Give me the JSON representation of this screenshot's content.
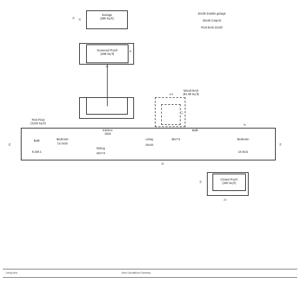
{
  "rooms": {
    "storage": {
      "name": "Storage",
      "area": "(288 Sq ft)"
    },
    "screened_porch": {
      "name": "Screened Porch",
      "area": "(288 Sq ft)"
    },
    "first_floor": {
      "name": "First Floor",
      "area": "(1216 Sq ft)"
    },
    "wood_deck": {
      "name": "Wood Deck",
      "area": "(81.38 Sq ft)"
    },
    "closed_porch": {
      "name": "Closed Porch",
      "area": "(200 Sq ft)"
    }
  },
  "notes": {
    "garage": "20x30 Double garage",
    "carport": "20x30 Carport",
    "pool_deck": "Pool deck 22x20"
  },
  "interior": {
    "bath1": {
      "name": "Bath",
      "dim": "8.3x9.1"
    },
    "bedroom1": {
      "name": "Bedroom",
      "dim": "14.4x15"
    },
    "kitchen": {
      "name": "Kitchen",
      "dim": "15x8"
    },
    "dining": {
      "name": "Dining",
      "dim": "15x7.6"
    },
    "living": {
      "name": "Living",
      "dim": "15x15"
    },
    "bath2": {
      "name": "Bath",
      "dim": "45x7.5"
    },
    "bedroom2": {
      "name": "Bedroom",
      "dim": "14.9x11"
    }
  },
  "dims": {
    "storage_h": "21",
    "storage_side": "11",
    "porch_side": "11",
    "between": "6.8",
    "under_porch": "20",
    "deck_h": "6.7",
    "main_w": "76",
    "main_h": "51",
    "main_right": "31",
    "under_main": "26",
    "closed_h": "10",
    "closed_w": "20"
  },
  "footer": {
    "left_caption": "Living Area",
    "center_caption": "Area Calculations Summary"
  }
}
